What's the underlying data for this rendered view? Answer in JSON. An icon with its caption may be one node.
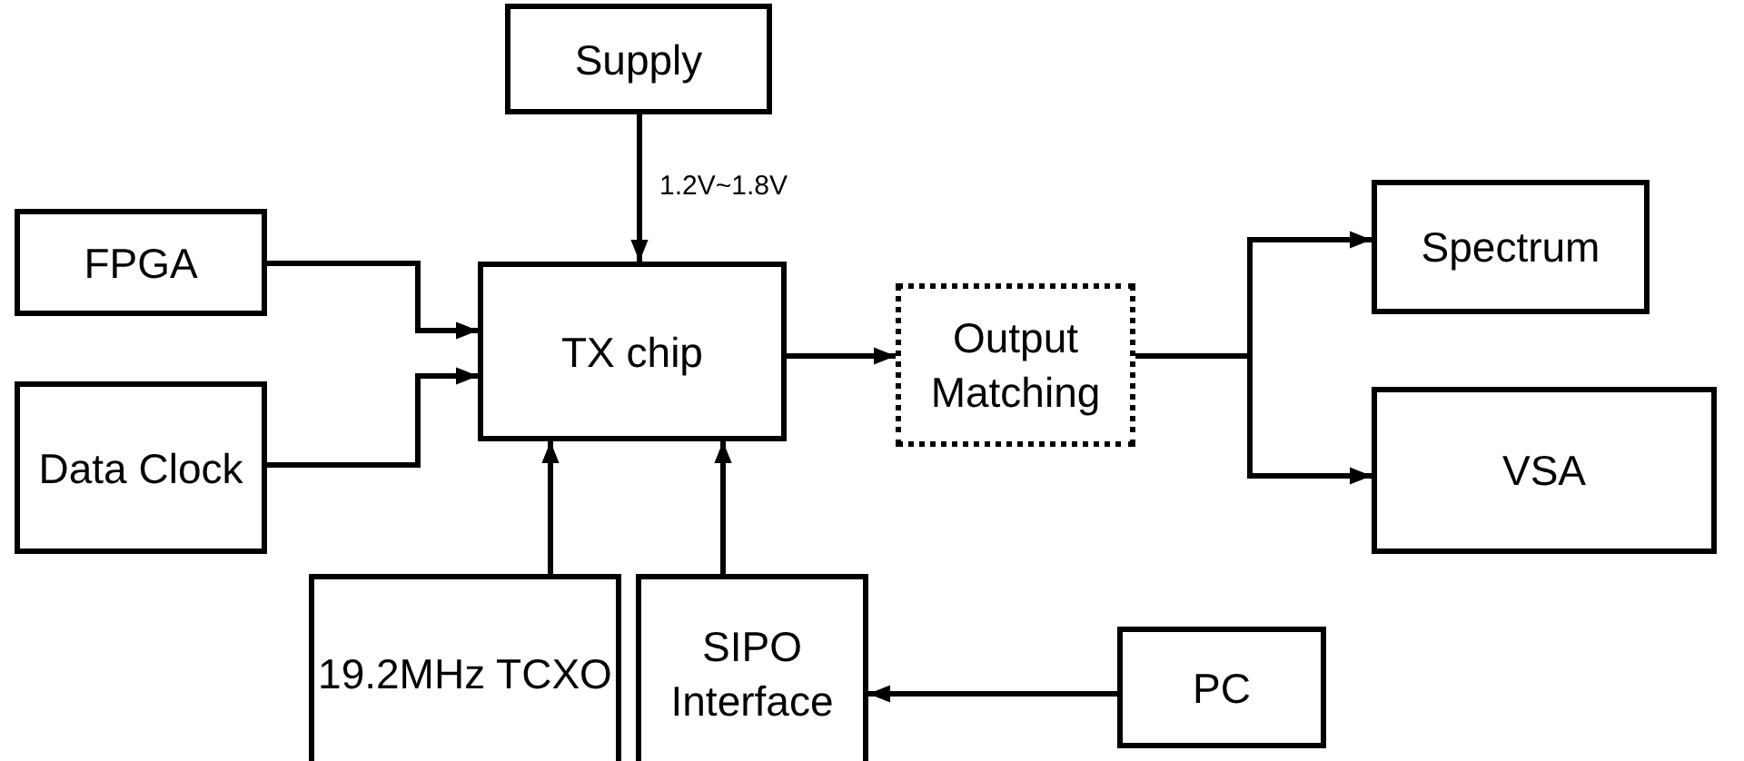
{
  "diagram": {
    "nodes": [
      {
        "text": [
          "Supply"
        ]
      },
      {
        "text": [
          "FPGA"
        ]
      },
      {
        "text": [
          "Data Clock"
        ]
      },
      {
        "text": [
          "TX chip"
        ]
      },
      {
        "text": [
          "Output Matching"
        ]
      },
      {
        "text": [
          "Spectrum"
        ]
      },
      {
        "text": [
          "VSA"
        ]
      },
      {
        "text": [
          "19.2MHz TCXO"
        ]
      },
      {
        "text": [
          "SIPO Interface"
        ]
      },
      {
        "text": [
          "PC"
        ]
      }
    ],
    "edges": [
      {
        "from": 0,
        "to": 3,
        "arrow": "to",
        "label": "1.2V~1.8V"
      },
      {
        "from": 1,
        "to": 3,
        "arrow": "to"
      },
      {
        "from": 2,
        "to": 3,
        "arrow": "to"
      },
      {
        "from": 3,
        "to": 4,
        "arrow": "to"
      },
      {
        "from": 4,
        "to": 5,
        "arrow": "to"
      },
      {
        "from": 4,
        "to": 6,
        "arrow": "to"
      },
      {
        "from": 7,
        "to": 3,
        "arrow": "to"
      },
      {
        "from": 8,
        "to": 3,
        "arrow": "to"
      },
      {
        "from": 9,
        "to": 8,
        "arrow": "to"
      }
    ]
  }
}
